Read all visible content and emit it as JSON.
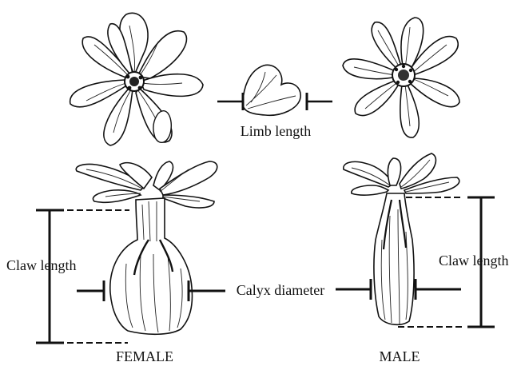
{
  "labels": {
    "limb_length": "Limb length",
    "claw_length_female": "Claw length",
    "claw_length_male": "Claw length",
    "calyx_diameter": "Calyx diameter",
    "female": "FEMALE",
    "male": "MALE"
  }
}
